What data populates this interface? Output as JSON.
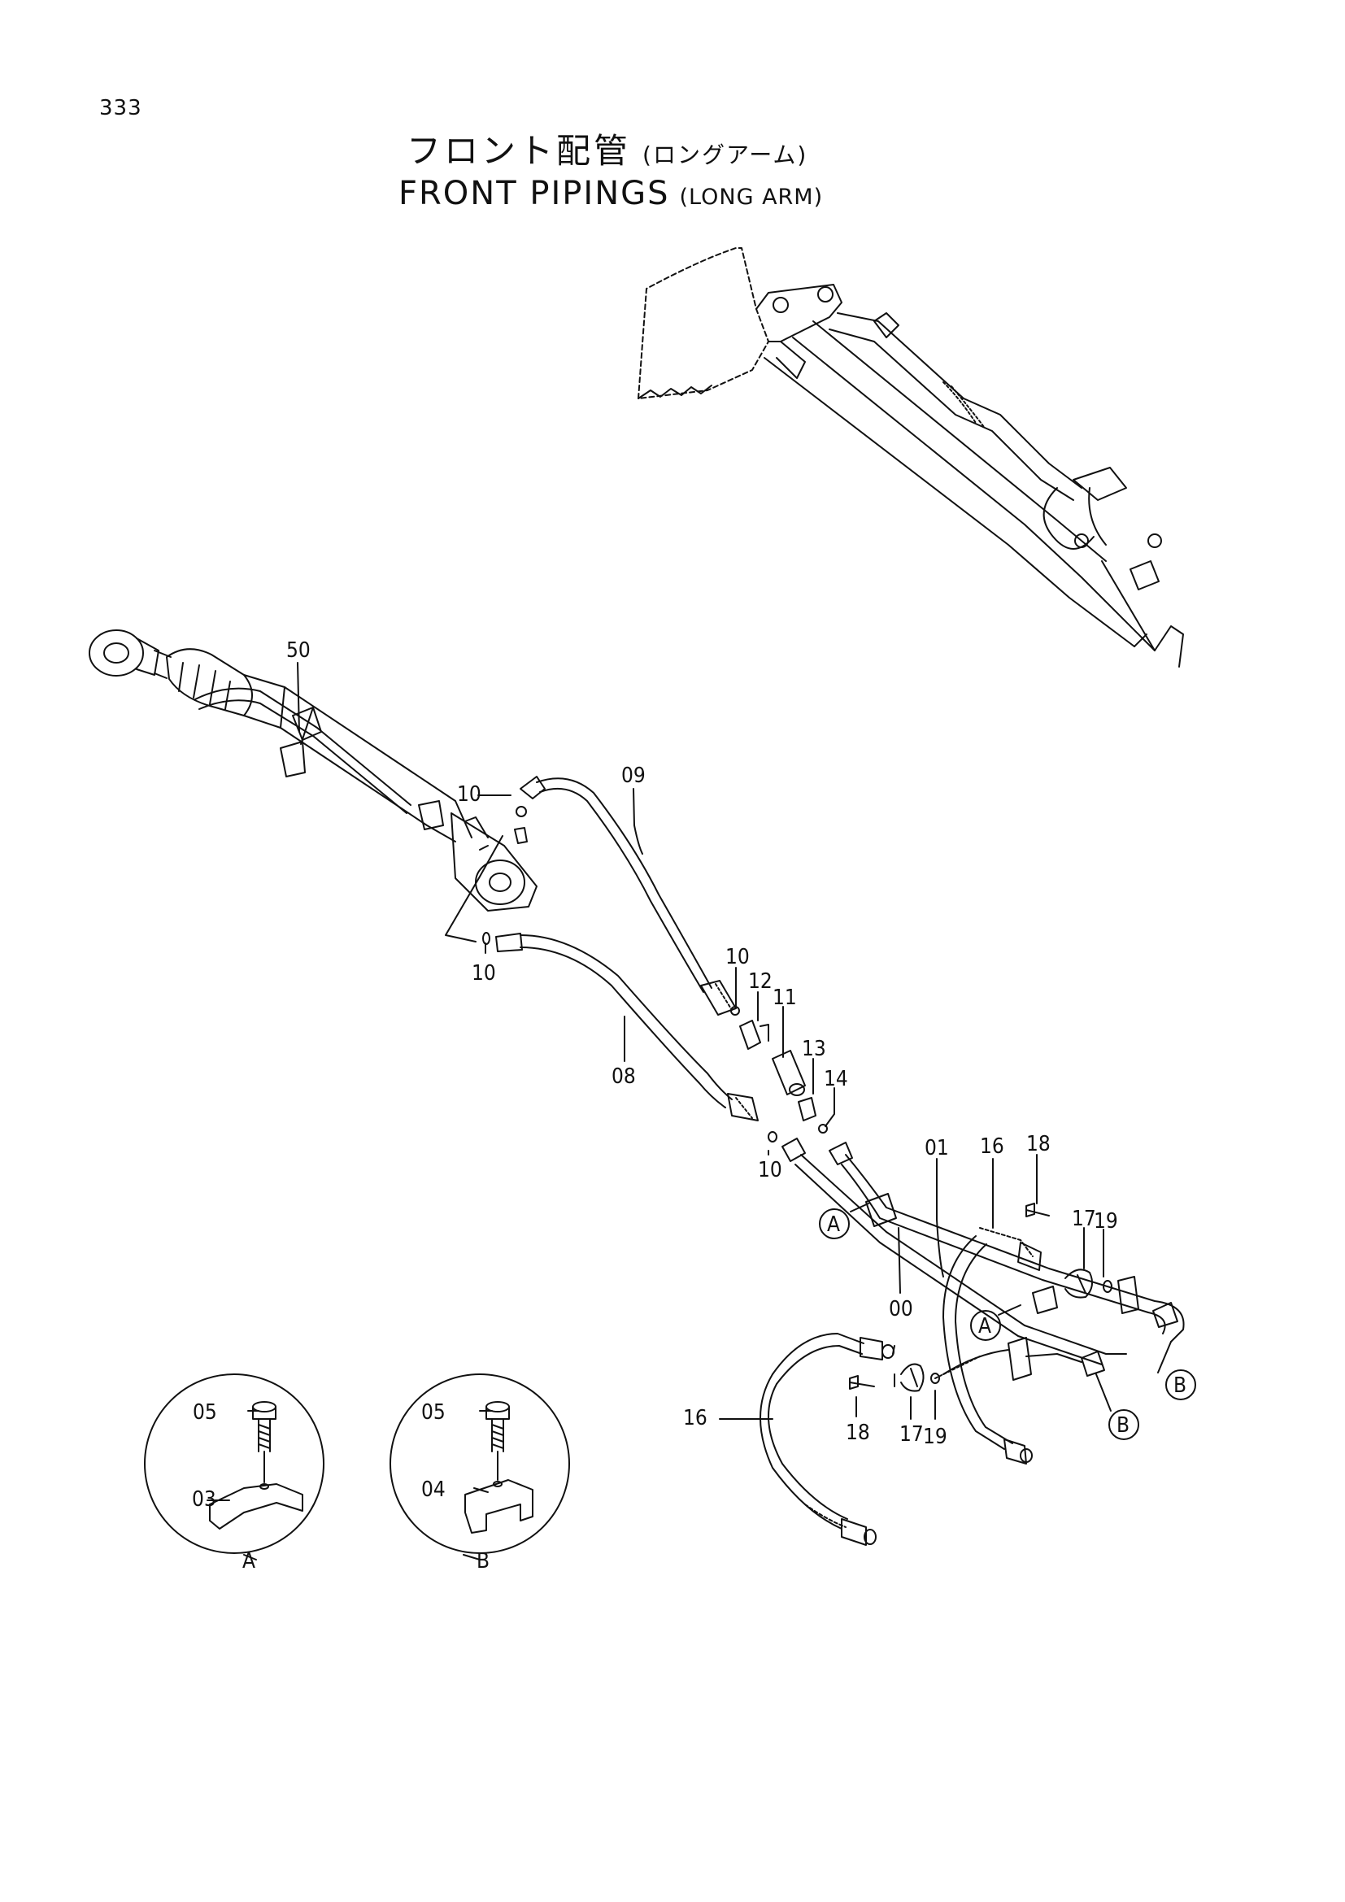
{
  "page_number": "333",
  "title": {
    "japanese": "フロント配管",
    "japanese_sub": "(ロングアーム)",
    "english": "FRONT PIPINGS",
    "english_sub": "(LONG ARM)"
  },
  "callouts": {
    "c50": "50",
    "c10a": "10",
    "c10b": "10",
    "c10c": "10",
    "c10d": "10",
    "c09": "09",
    "c08": "08",
    "c12": "12",
    "c11": "11",
    "c13": "13",
    "c14": "14",
    "c01": "01",
    "c00": "00",
    "c16a": "16",
    "c16b": "16",
    "c18a": "18",
    "c18b": "18",
    "c17a": "17",
    "c17b": "17",
    "c19a": "19",
    "c19b": "19",
    "c05a": "05",
    "c05b": "05",
    "c03": "03",
    "c04": "04"
  },
  "views": {
    "A": "A",
    "B": "B"
  }
}
